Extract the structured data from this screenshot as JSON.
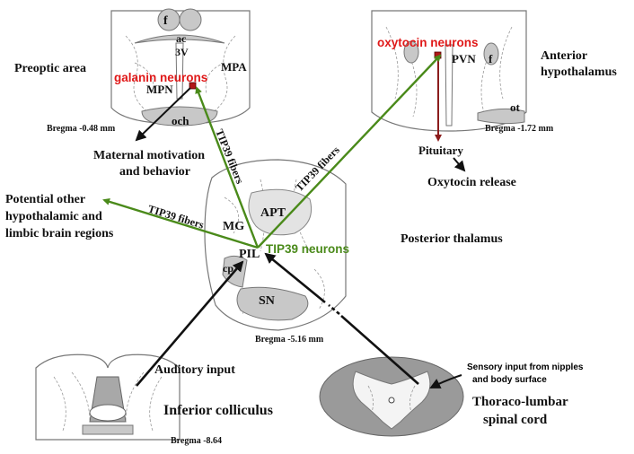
{
  "colors": {
    "green_fibers": "#4a8a1a",
    "red_neurons": "#e01818",
    "dark_red_arrow": "#8b1c1c",
    "black": "#111111",
    "brain_grey": "#c8c8c8"
  },
  "panels": {
    "preoptic": {
      "region": "Preoptic area",
      "neurons": "galanin neurons",
      "labels": {
        "f": "f",
        "ac": "ac",
        "v3": "3V",
        "mpa": "MPA",
        "mpn": "MPN",
        "och": "och"
      },
      "bregma": "Bregma -0.48 mm"
    },
    "anterior": {
      "region_line1": "Anterior",
      "region_line2": "hypothalamus",
      "neurons": "oxytocin neurons",
      "labels": {
        "pvn": "PVN",
        "f": "f",
        "ot": "ot"
      },
      "bregma": "Bregma -1.72 mm",
      "pituitary": "Pituitary",
      "release": "Oxytocin release"
    },
    "posterior": {
      "region": "Posterior thalamus",
      "neurons": "TIP39 neurons",
      "labels": {
        "apt": "APT",
        "mg": "MG",
        "pil": "PIL",
        "cp": "cp",
        "sn": "SN"
      },
      "bregma": "Bregma -5.16 mm"
    },
    "colliculus": {
      "input": "Auditory input",
      "region": "Inferior colliculus",
      "bregma": "Bregma -8.64"
    },
    "spinal": {
      "input_line1": "Sensory input from nipples",
      "input_line2": "and body surface",
      "region_line1": "Thoraco-lumbar",
      "region_line2": "spinal cord"
    }
  },
  "outcomes": {
    "maternal_line1": "Maternal motivation",
    "maternal_line2": "and behavior",
    "other_line1": "Potential other",
    "other_line2": "hypothalamic and",
    "other_line3": "limbic brain regions"
  },
  "fibers": {
    "to_preoptic": "TIP39 fibers",
    "to_anterior": "TIP39 fibers",
    "to_other": "TIP39 fibers"
  }
}
